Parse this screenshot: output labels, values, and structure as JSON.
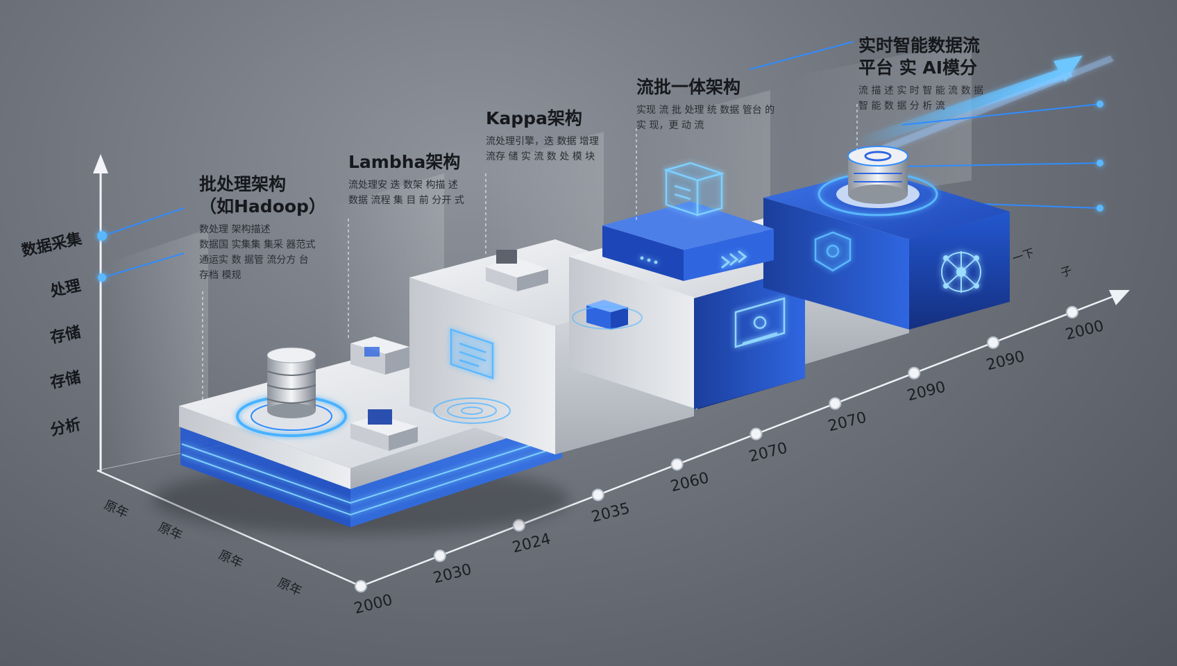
{
  "y_axis_labels": [
    "数据采集",
    "处理",
    "存储",
    "存储",
    "分析"
  ],
  "x_row_labels": [
    "原年",
    "原年",
    "原年",
    "原年"
  ],
  "timeline_ticks": [
    "2000",
    "2030",
    "2024",
    "2035",
    "2060",
    "2070",
    "2070",
    "2090",
    "2090",
    "2000"
  ],
  "right_axis_labels": [
    "一下",
    "子"
  ],
  "stages": [
    {
      "title": "批处理架构",
      "title_line2": "（如Hadoop）",
      "desc": [
        "数处理 架构描述",
        "数据国 实集集 集采 器范式",
        "通运实 数 据管 流分方 台",
        "存档 模规"
      ]
    },
    {
      "title": "Lambha架构",
      "title_line2": "",
      "desc": [
        "流处理安 迭 数架 构描 述",
        "数据 流程 集 目 前 分开 式"
      ]
    },
    {
      "title": "Kappa架构",
      "title_line2": "",
      "desc": [
        "流处理引擎，迭 数据 增理",
        "流存 储 实 流 数 处 模 块"
      ]
    },
    {
      "title": "流批一体架构",
      "title_line2": "",
      "desc": [
        "实现 流 批 处理 统 数据 管台 的",
        "实 现，更 动 流"
      ]
    },
    {
      "title": "实时智能数据流",
      "title_line2": "平台 实 AI模分",
      "desc": [
        "流 描 述 实 时 智 能 流 数 据",
        "智 能 数 据 分 析 流"
      ]
    }
  ],
  "colors": {
    "accent": "#2f8cff",
    "platform_blue": "#1e4fc2",
    "platform_white": "#e6e8ec",
    "glow": "#5ab8ff"
  }
}
